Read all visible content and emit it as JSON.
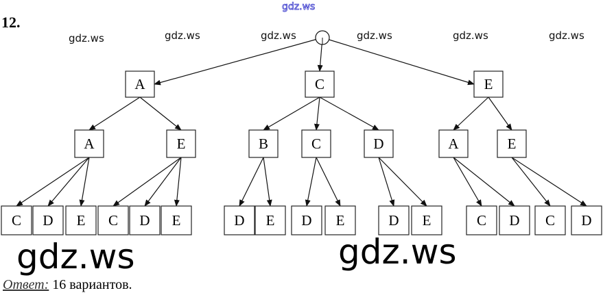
{
  "problem_number": "12.",
  "watermarks": {
    "top": "gdz.ws",
    "row": [
      "gdz.ws",
      "gdz.ws",
      "gdz.ws",
      "gdz.ws",
      "gdz.ws",
      "gdz.ws"
    ],
    "big": [
      "gdz.ws",
      "gdz.ws"
    ]
  },
  "tree": {
    "root": "",
    "level1": [
      "A",
      "C",
      "E"
    ],
    "level2": [
      "A",
      "E",
      "B",
      "C",
      "D",
      "A",
      "E"
    ],
    "level3": [
      "C",
      "D",
      "E",
      "C",
      "D",
      "E",
      "D",
      "E",
      "D",
      "E",
      "D",
      "E",
      "C",
      "D",
      "C",
      "D"
    ]
  },
  "answer": {
    "label": "Ответ:",
    "text": " 16 вариантов."
  }
}
